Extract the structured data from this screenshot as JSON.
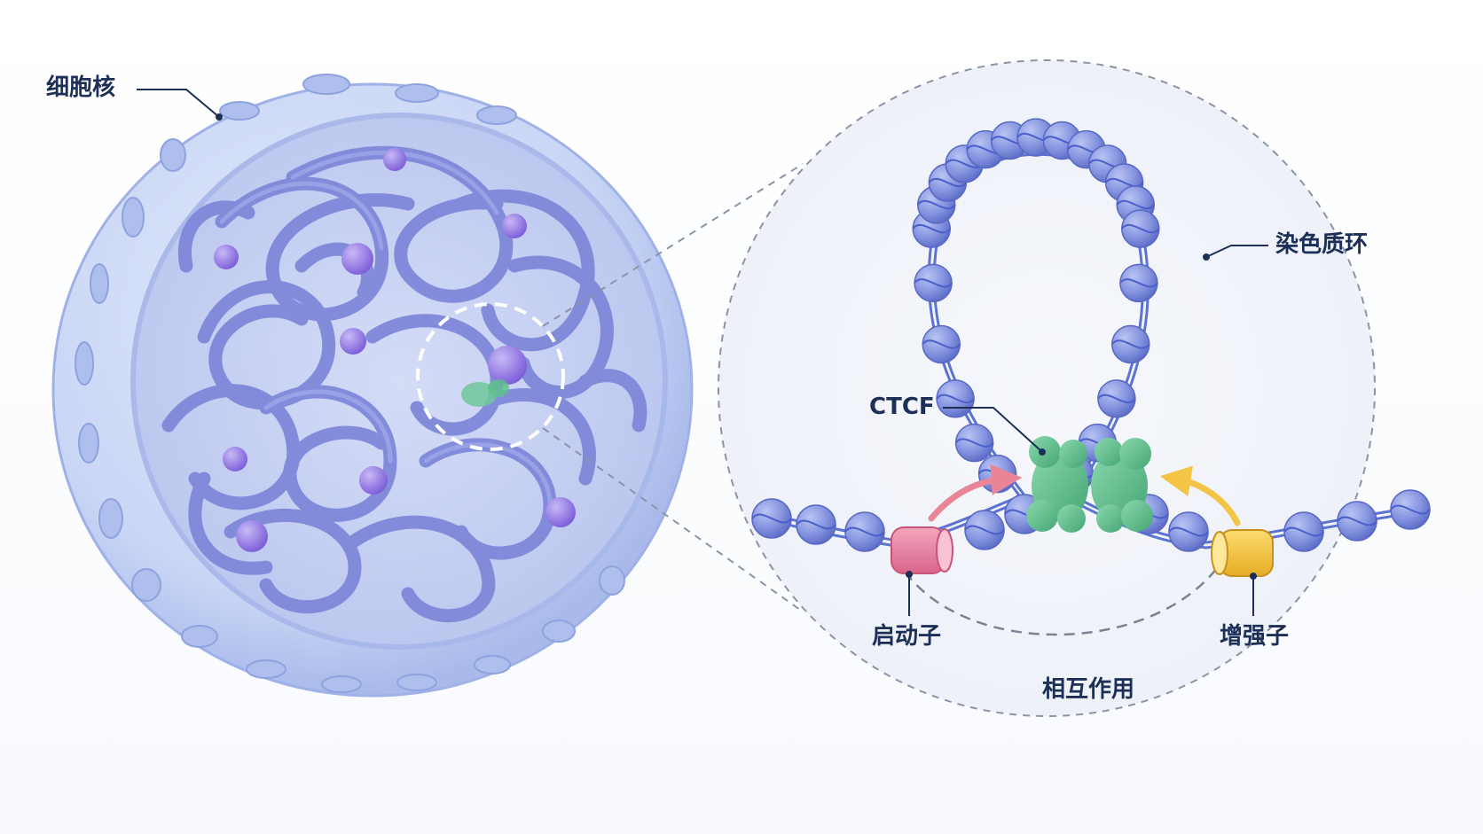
{
  "labels": {
    "nucleus": "细胞核",
    "chromatin_loop": "染色质环",
    "ctcf": "CTCF",
    "promoter": "启动子",
    "enhancer": "增强子",
    "interaction": "相互作用"
  },
  "colors": {
    "background": "#ffffff",
    "nucleus_membrane": "#b9c9ef",
    "chromatin": "#7d86d9",
    "nucleosome": "#8796dd",
    "ctcf": "#5fbf8d",
    "promoter": "#e57f9e",
    "enhancer": "#f2c443",
    "promoter_arrow": "#ea8597",
    "enhancer_arrow": "#f4c447",
    "leader_line": "#1c2f57",
    "dashed_guide": "#8a94a6"
  },
  "icons": [
    "nucleus-cutaway",
    "chromatin-fiber",
    "nucleosome-bead",
    "ctcf-protein",
    "promoter-element",
    "enhancer-element"
  ]
}
